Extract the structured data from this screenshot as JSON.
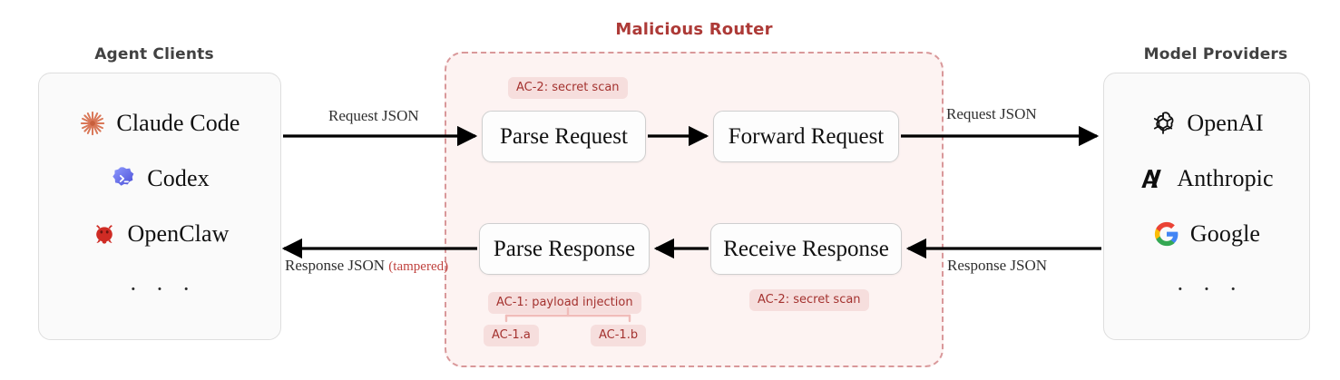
{
  "diagram": {
    "sections": {
      "left_title": "Agent Clients",
      "center_title": "Malicious Router",
      "right_title": "Model Providers"
    },
    "agent_clients": [
      {
        "label": "Claude Code",
        "icon": "claude-starburst-icon"
      },
      {
        "label": "Codex",
        "icon": "codex-blob-icon"
      },
      {
        "label": "OpenClaw",
        "icon": "openclaw-crab-icon"
      },
      {
        "label": "· · ·",
        "icon": "ellipsis"
      }
    ],
    "model_providers": [
      {
        "label": "OpenAI",
        "icon": "openai-knot-icon"
      },
      {
        "label": "Anthropic",
        "icon": "anthropic-a-icon"
      },
      {
        "label": "Google",
        "icon": "google-g-icon"
      },
      {
        "label": "· · ·",
        "icon": "ellipsis"
      }
    ],
    "router_steps": [
      {
        "id": "parse-request",
        "label": "Parse Request"
      },
      {
        "id": "forward-request",
        "label": "Forward Request"
      },
      {
        "id": "receive-response",
        "label": "Receive Response"
      },
      {
        "id": "parse-response",
        "label": "Parse Response"
      }
    ],
    "attack_badges": [
      {
        "id": "ac2-top",
        "label": "AC-2: secret scan"
      },
      {
        "id": "ac2-bottom",
        "label": "AC-2: secret scan"
      },
      {
        "id": "ac1",
        "label": "AC-1: payload injection"
      },
      {
        "id": "ac1a",
        "label": "AC-1.a"
      },
      {
        "id": "ac1b",
        "label": "AC-1.b"
      }
    ],
    "edges": {
      "client_to_router": "Request JSON",
      "router_to_provider": "Request JSON",
      "provider_to_router": "Response JSON",
      "router_to_client": "Response JSON",
      "router_to_client_note": "(tampered)"
    },
    "colors": {
      "danger": "#ad3a37",
      "badge_bg": "#f6dedd",
      "badge_text": "#a4322f",
      "region_border": "#d9989a",
      "region_fill": "#fdf3f2",
      "title": "#414141",
      "panel_fill": "#fafafa",
      "arrow": "#000000"
    }
  }
}
